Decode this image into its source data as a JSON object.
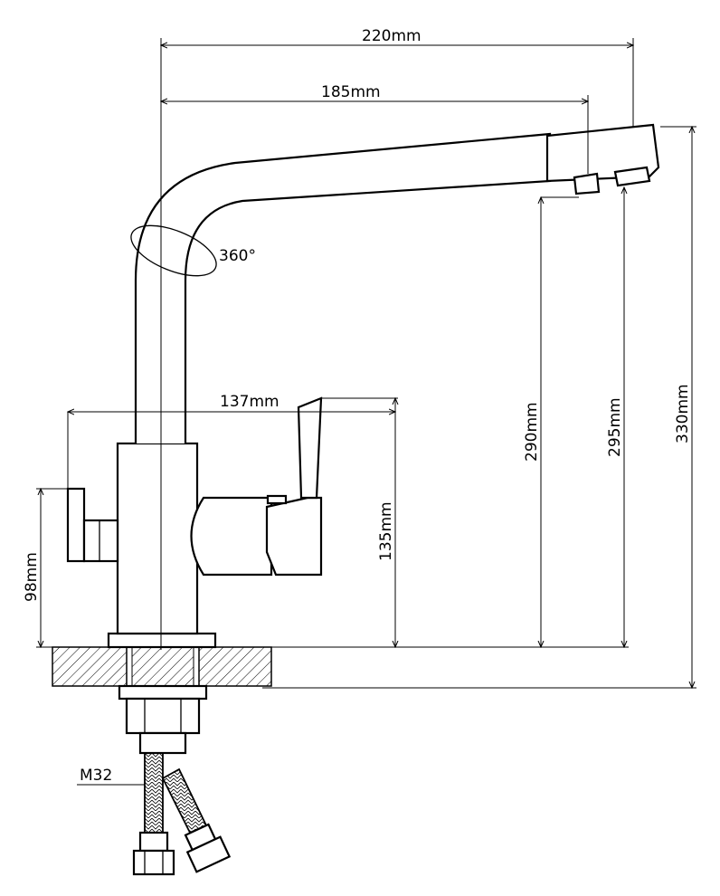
{
  "dimensions": {
    "total_reach": "220mm",
    "spout_reach": "185mm",
    "rotation": "360°",
    "handle_reach": "137mm",
    "handle_height": "135mm",
    "outlet_height_1": "290mm",
    "outlet_height_2": "295mm",
    "total_height": "330mm",
    "side_knob_height": "98mm",
    "thread": "M32"
  },
  "colors": {
    "line": "#000000",
    "background": "#ffffff"
  }
}
